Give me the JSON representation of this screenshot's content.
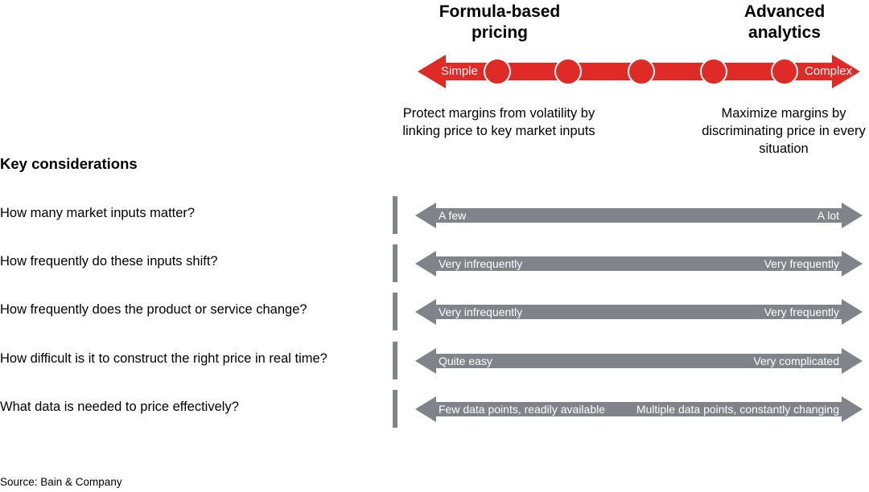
{
  "colors": {
    "red": "#E02A26",
    "gray": "#808389",
    "white": "#FFFFFF",
    "black": "#000000"
  },
  "spectrum": {
    "left_header": "Formula-based\npricing",
    "left_header_line1": "Formula-based",
    "left_header_line2": "pricing",
    "right_header_line1": "Advanced",
    "right_header_line2": "analytics",
    "left_end_label": "Simple",
    "right_end_label": "Complex",
    "node_count": 5,
    "left_description": "Protect margins from volatility by linking price to key market inputs",
    "right_description": "Maximize margins by discriminating price in every situation"
  },
  "key_considerations": {
    "title": "Key considerations",
    "rows": [
      {
        "question": "How many market inputs matter?",
        "left_label": "A few",
        "right_label": "A lot"
      },
      {
        "question": "How frequently do these inputs shift?",
        "left_label": "Very infrequently",
        "right_label": "Very frequently"
      },
      {
        "question": "How frequently does the product or service change?",
        "left_label": "Very infrequently",
        "right_label": "Very frequently"
      },
      {
        "question": "How difficult is it to construct the right price in real time?",
        "left_label": "Quite easy",
        "right_label": "Very complicated"
      },
      {
        "question": "What data is needed to price effectively?",
        "left_label": "Few data points, readily available",
        "right_label": "Multiple data points, constantly changing"
      }
    ]
  },
  "footer": {
    "source": "Source: Bain & Company"
  }
}
